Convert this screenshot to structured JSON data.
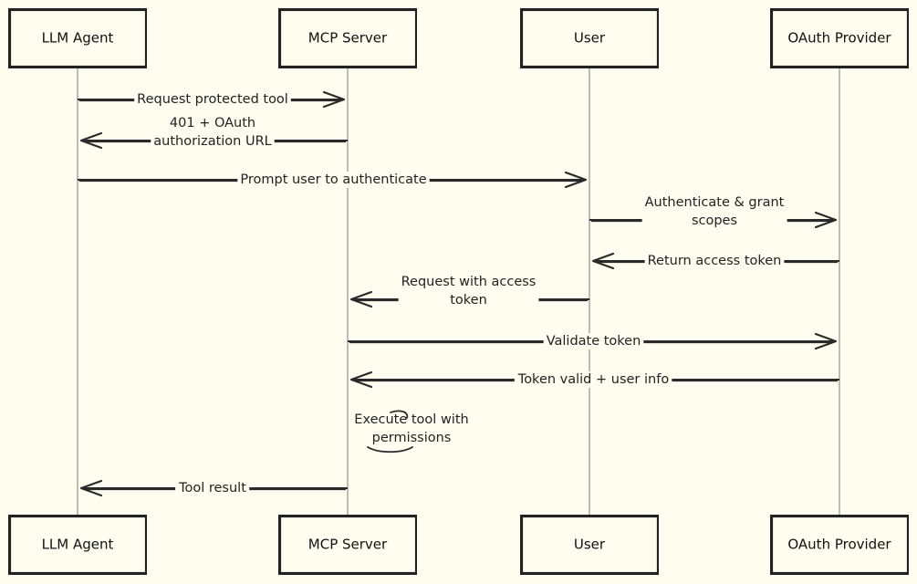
{
  "actors": [
    {
      "label": "LLM Agent"
    },
    {
      "label": "MCP Server"
    },
    {
      "label": "User"
    },
    {
      "label": "OAuth Provider"
    }
  ],
  "messages": [
    {
      "from": 0,
      "to": 1,
      "lines": [
        "Request protected tool"
      ]
    },
    {
      "from": 1,
      "to": 0,
      "lines": [
        "401 + OAuth",
        "authorization URL"
      ]
    },
    {
      "from": 0,
      "to": 2,
      "lines": [
        "Prompt user to authenticate"
      ]
    },
    {
      "from": 2,
      "to": 3,
      "lines": [
        "Authenticate & grant",
        "scopes"
      ]
    },
    {
      "from": 3,
      "to": 2,
      "lines": [
        "Return access token"
      ]
    },
    {
      "from": 2,
      "to": 1,
      "lines": [
        "Request with access",
        "token"
      ]
    },
    {
      "from": 1,
      "to": 3,
      "lines": [
        "Validate token"
      ]
    },
    {
      "from": 3,
      "to": 1,
      "lines": [
        "Token valid + user info"
      ]
    },
    {
      "from": 1,
      "to": 1,
      "lines": [
        "Execute tool with",
        "permissions"
      ]
    },
    {
      "from": 1,
      "to": 0,
      "lines": [
        "Tool result"
      ]
    }
  ]
}
